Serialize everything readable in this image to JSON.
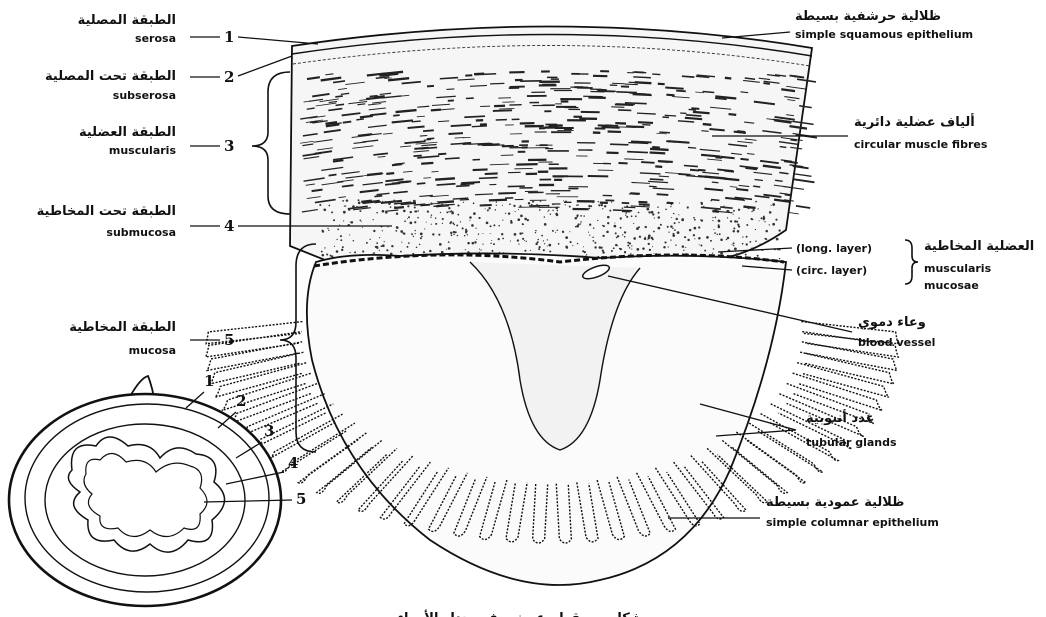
{
  "layers": [
    {
      "number": "1",
      "arabic": "الطبقة المصلية",
      "english": "serosa"
    },
    {
      "number": "2",
      "arabic": "الطبقة تحت المصلية",
      "english": "subserosa"
    },
    {
      "number": "3",
      "arabic": "الطبقة العضلية",
      "english": "muscularis"
    },
    {
      "number": "4",
      "arabic": "الطبقة تحت المخاطية",
      "english": "submucosa"
    },
    {
      "number": "5",
      "arabic": "الطبقة المخاطية",
      "english": "mucosa"
    }
  ],
  "right_labels": {
    "squamous": {
      "arabic": "ظلالية حرشفية بسيطة",
      "english": "simple squamous epithelium"
    },
    "circular_fibres": {
      "arabic": "ألياف عضلية دائرية",
      "english": "circular muscle fibres"
    },
    "long_layer": "(long. layer)",
    "circ_layer": "(circ. layer)",
    "muscularis_mucosae": {
      "arabic": "العضلية المخاطية",
      "english_1": "muscularis",
      "english_2": "mucosae"
    },
    "blood_vessel": {
      "arabic": "وعاء دموي",
      "english": "blood vessel"
    },
    "tubular_glands": {
      "arabic": "غدد أنبوبية",
      "english": "tubular glands"
    },
    "columnar": {
      "arabic": "ظلالية عمودية بسيطة",
      "english": "simple columnar epithelium"
    }
  },
  "inset_numbers": [
    "1",
    "2",
    "3",
    "4",
    "5"
  ],
  "caption": "شكل — مقطع عرضي في جدار الأمعاء"
}
